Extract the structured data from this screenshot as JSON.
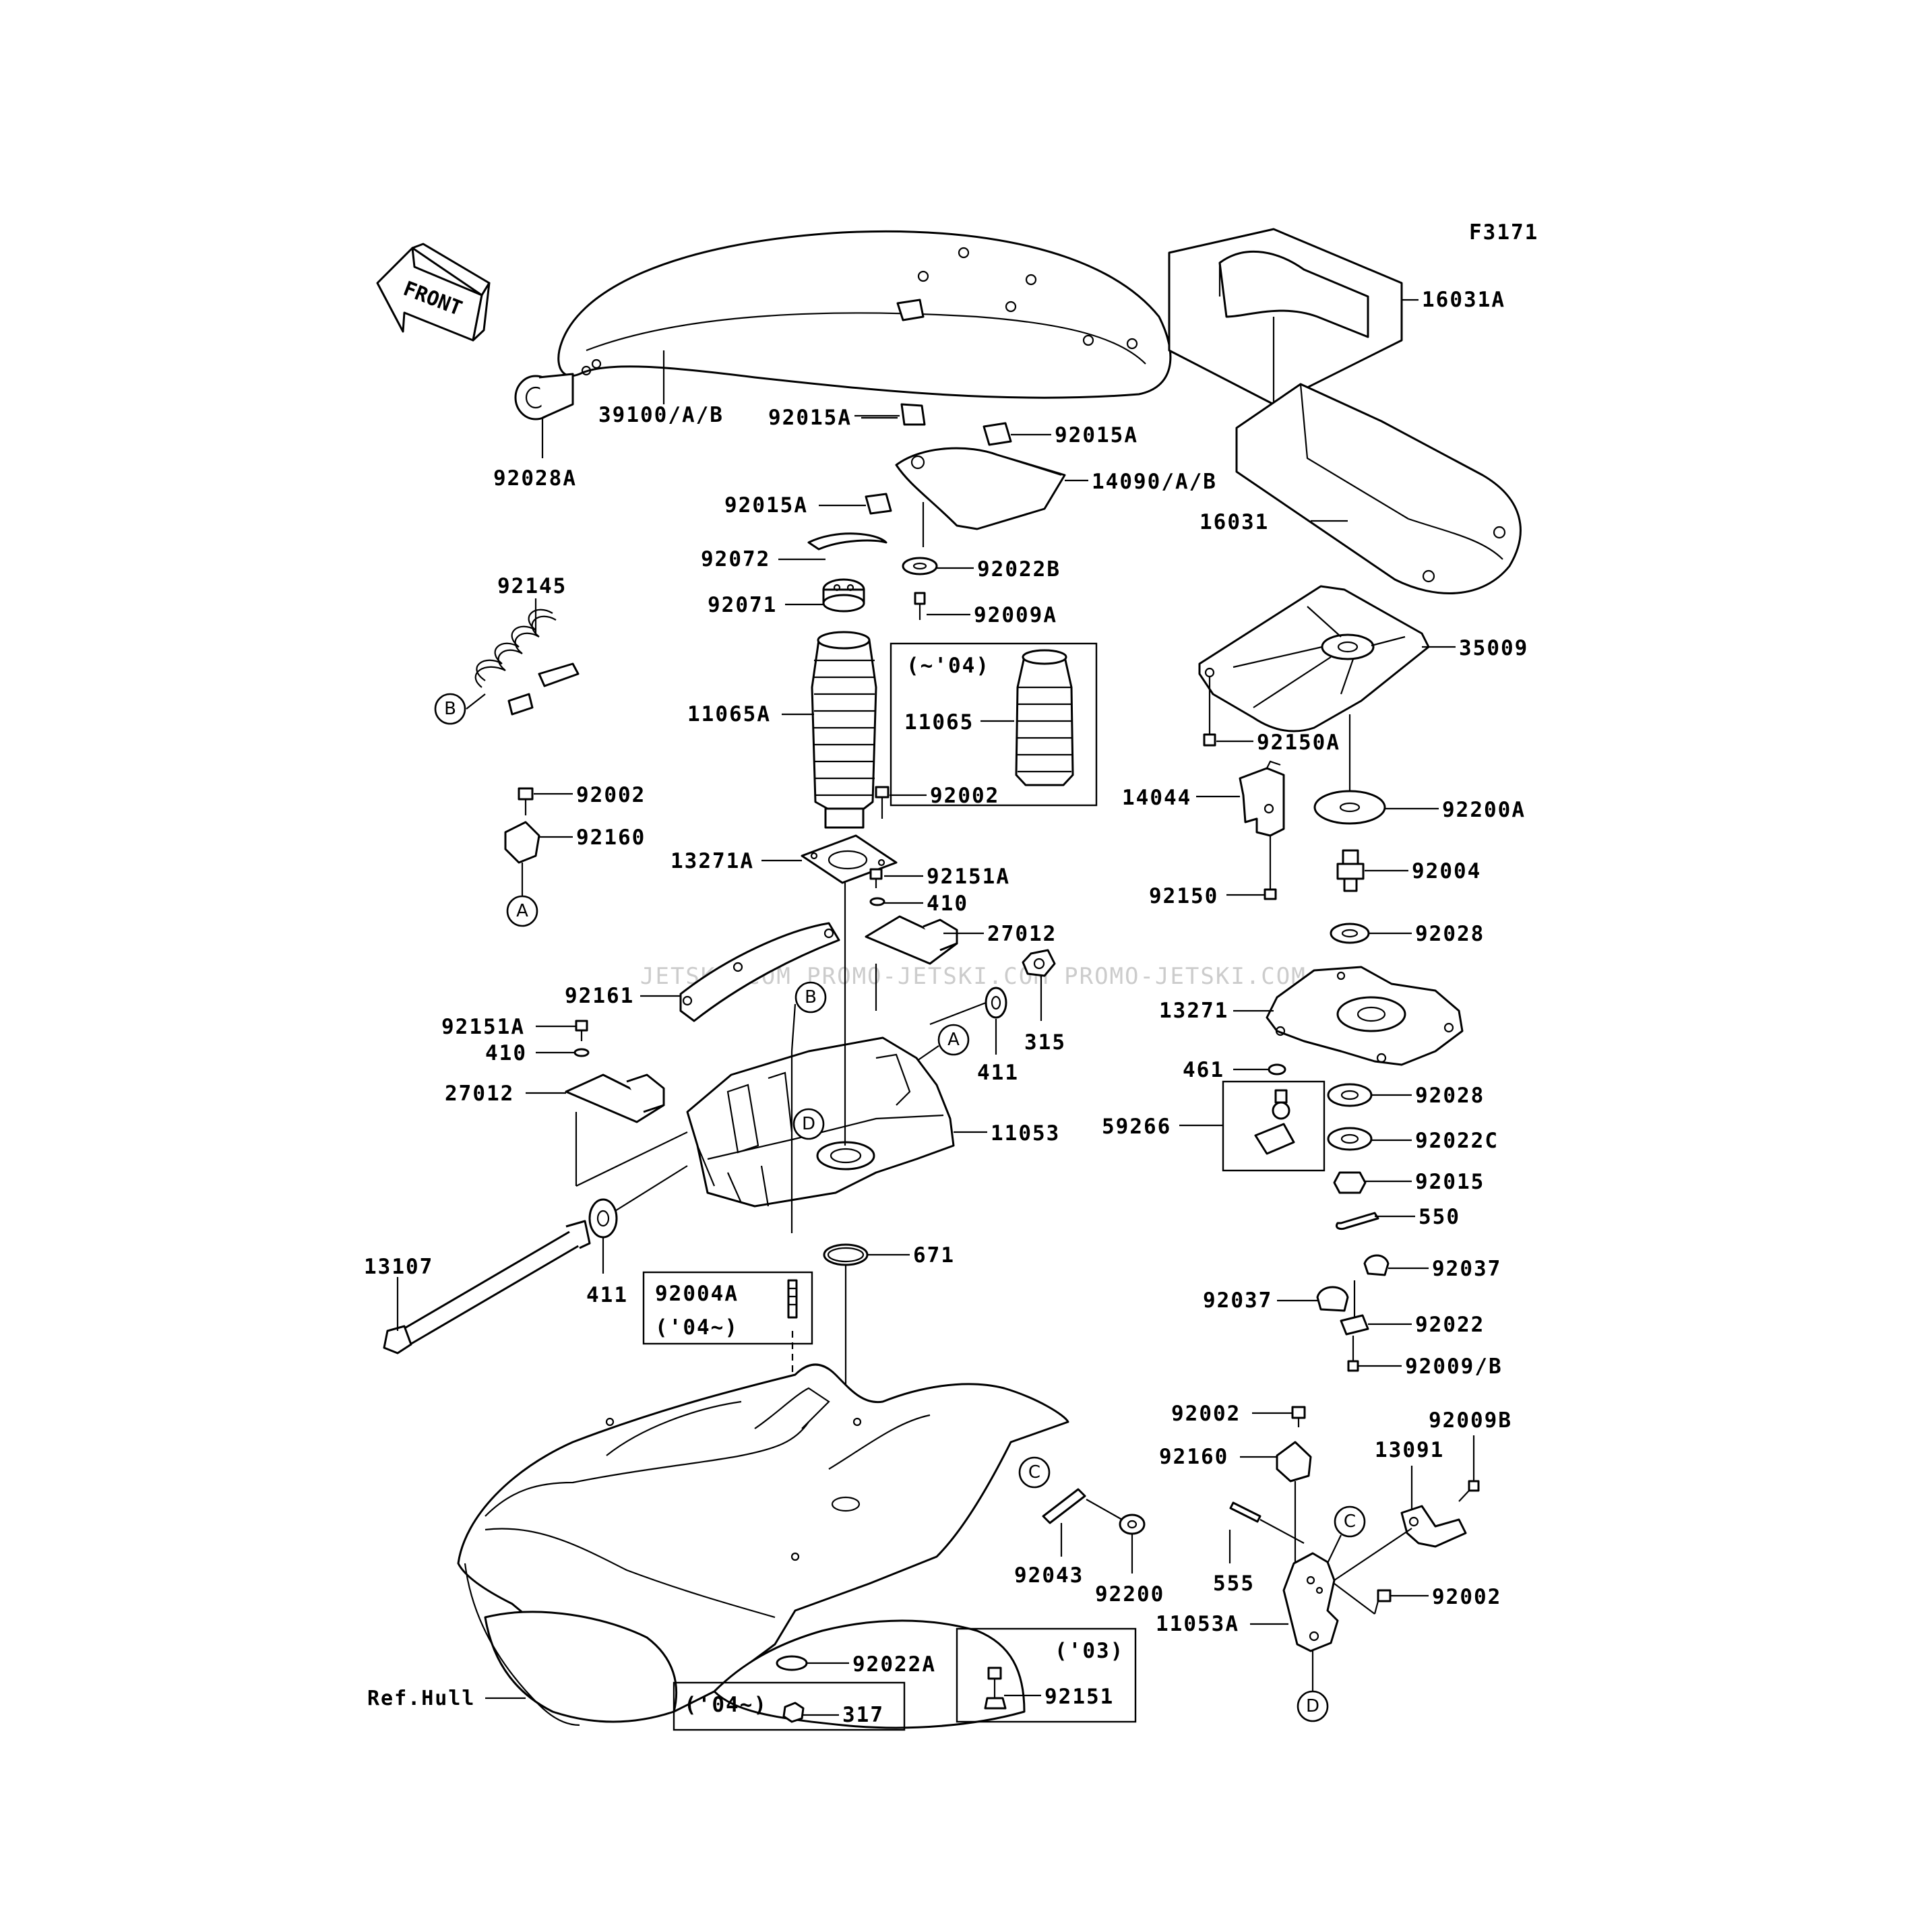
{
  "figure_code": "F3171",
  "watermark": "JETSKI.COM  PROMO-JETSKI.COM PROMO-JETSKI.COM",
  "front_label": "FRONT",
  "ref_hull": "Ref.Hull",
  "part_labels": {
    "p16031A": "16031A",
    "p39100": "39100/A/B",
    "p92028A": "92028A",
    "p92015A_1": "92015A",
    "p92015A_2": "92015A",
    "p14090": "14090/A/B",
    "p92015A_3": "92015A",
    "p16031": "16031",
    "p92072": "92072",
    "p92022B": "92022B",
    "p92145": "92145",
    "p92071": "92071",
    "p92009A": "92009A",
    "p35009": "35009",
    "p11065A": "11065A",
    "p11065": "11065",
    "p92150A": "92150A",
    "p92002_1": "92002",
    "p92002_2": "92002",
    "p14044": "14044",
    "p92200A": "92200A",
    "p92160_1": "92160",
    "p13271A": "13271A",
    "p92151A_1": "92151A",
    "p92004": "92004",
    "p92150": "92150",
    "p410_1": "410",
    "p27012_1": "27012",
    "p92028_1": "92028",
    "p92161": "92161",
    "p13271": "13271",
    "p315": "315",
    "p92151A_2": "92151A",
    "p410_2": "410",
    "p411_1": "411",
    "p461": "461",
    "p27012_2": "27012",
    "p92028_2": "92028",
    "p11053": "11053",
    "p59266": "59266",
    "p92022C": "92022C",
    "p92015": "92015",
    "p550": "550",
    "p671": "671",
    "p13107": "13107",
    "p92004A": "92004A",
    "p411_2": "411",
    "p92037_1": "92037",
    "p92037_2": "92037",
    "p92022": "92022",
    "p92009B_slash": "92009/B",
    "p92002_3": "92002",
    "p92009B": "92009B",
    "p92160_2": "92160",
    "p13091": "13091",
    "p92043": "92043",
    "p92200": "92200",
    "p555": "555",
    "p92002_4": "92002",
    "p11053A": "11053A",
    "p92022A": "92022A",
    "p92151": "92151",
    "p317": "317"
  },
  "variant_notes": {
    "until_04": "(~'04)",
    "from_04_a": "('04~)",
    "from_04_b": "('04~)",
    "year_03": "('03)"
  },
  "ref_letters": {
    "a_top": "A",
    "a_bottom": "A",
    "b_top": "B",
    "b_bottom": "B",
    "c_top": "C",
    "c_bottom": "C",
    "d_top": "D",
    "d_bottom": "D"
  }
}
